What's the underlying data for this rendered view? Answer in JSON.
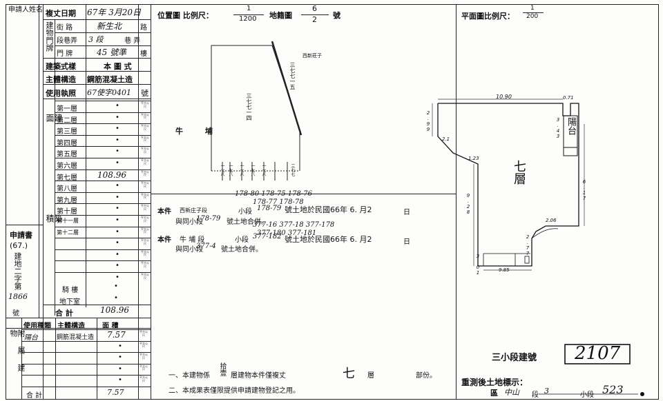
{
  "applicant": {
    "label": "申請人姓名"
  },
  "header": {
    "survey_date_label": "複丈日期",
    "survey_date_value": "67年 3月20日",
    "street_label": "街 路",
    "street_value": "新生北",
    "street_suffix": "路",
    "lane_label": "段巷弄",
    "lane_value": "3 段",
    "lane_suffix": "巷 弄",
    "address_block_label": "建物門牌",
    "door_label": "門 牌",
    "door_value": "45 號準",
    "door_suffix": "樓"
  },
  "building_style_label": "建築式樣",
  "building_style_value": "本 圖 式",
  "main_structure_label": "主體構造",
  "main_structure_value": "鋼筋混凝土造",
  "license_label": "使用執照",
  "license_value": "67使字0401",
  "license_suffix": "號",
  "building_area_label": "建 築 面 積",
  "floors": [
    {
      "label": "第一層",
      "value": "•"
    },
    {
      "label": "第二層",
      "value": "•"
    },
    {
      "label": "第三層",
      "value": "•"
    },
    {
      "label": "第四層",
      "value": "•"
    },
    {
      "label": "第五層",
      "value": "•"
    },
    {
      "label": "第六層",
      "value": "•"
    },
    {
      "label": "第七層",
      "value": "108.96"
    },
    {
      "label": "第八層",
      "value": "•"
    },
    {
      "label": "第九層",
      "value": "•"
    },
    {
      "label": "第十層",
      "value": "•"
    },
    {
      "label": "第十一層",
      "value": "•"
    },
    {
      "label": "第十二層",
      "value": "•"
    },
    {
      "label": "",
      "value": "•"
    },
    {
      "label": "",
      "value": "•"
    },
    {
      "label": "",
      "value": "•"
    },
    {
      "label": "",
      "value": "•"
    }
  ],
  "balcony_label": "騎 樓",
  "balcony_value": "•",
  "basement_label": "地下室",
  "basement_value": "•",
  "total_label": "合 計",
  "total_value": "108.96",
  "unit_stamp": "平方公尺",
  "application_number": {
    "label": "申請書",
    "year": "(67.)",
    "lines": [
      "建地二字第",
      "1866",
      "號"
    ]
  },
  "accessory": {
    "block_label": "附屬建物",
    "col_use": "使用種類",
    "col_structure": "主體構造",
    "col_area": "面 積",
    "rows": [
      {
        "use": "陽台",
        "structure": "鋼筋混凝土造",
        "area": "7.57"
      },
      {
        "use": "",
        "structure": "",
        "area": "•"
      },
      {
        "use": "",
        "structure": "",
        "area": "•"
      },
      {
        "use": "",
        "structure": "",
        "area": "•"
      },
      {
        "use": "",
        "structure": "",
        "area": "•"
      }
    ],
    "total_label": "合 計",
    "total_value": "7.57"
  },
  "location_map": {
    "title": "位置圖 比例尺：",
    "scale_num": "1",
    "scale_den": "1200",
    "sheet_label": "地籍圖",
    "sheet_num": "6",
    "sheet_den": "2",
    "sheet_suffix": "號",
    "road_label": "牛 埔",
    "street_label": "西新莊子",
    "parcel_a": "三七七一四",
    "parcel_b": "三七七一五",
    "bottom_nums": [
      "一七八",
      "一七八",
      "一七八",
      "一七八",
      "一七八",
      "三七七"
    ]
  },
  "notes": {
    "handwritten_a": "178-80 178-75 178-76",
    "handwritten_b": "178-77 178-78",
    "line1_prefix": "本件",
    "line1_place": "西新庄子段",
    "line1_sub": "小段",
    "line1_num": "178-79",
    "line1_text": "號土地於民國66年 6. 月2",
    "line1_end": "日",
    "line2_prefix": "與同小段",
    "line2_num": "178-79",
    "line2_text": "號土地合併。",
    "handwritten_c": "377-16 377-18 377-178",
    "handwritten_d": "377-180 377-181",
    "line3_prefix": "本件",
    "line3_place": "牛 埔 段",
    "line3_sub": "小段",
    "line3_num": "377-182",
    "line3_text": "號土地於民國66年 6. 月2",
    "line3_end": "日",
    "line4_prefix": "與同小段",
    "line4_num": "377-4",
    "line4_text": "號土地合併。"
  },
  "plan": {
    "title": "平面圖比例尺：",
    "scale_num": "1",
    "scale_den": "200",
    "floor_label": "七層",
    "balcony_label": "陽台",
    "dims": [
      "10.90",
      "0.71",
      "2.99",
      "3.43",
      "2.1",
      "1.23",
      "9.28",
      "6.17",
      "2.06",
      "2.77",
      "3.01",
      "9.85"
    ]
  },
  "footer": {
    "note1_a": "一、本建物係",
    "note1_floors": "拾壹",
    "note1_b": "層建物本件僅複丈",
    "note1_floor_value": "七",
    "note1_c": "層",
    "note1_d": "部份。",
    "note2": "二、本成果表僅限提供申請建物登記之用。",
    "building_no_label": "三小段建號",
    "building_no_value": "2107",
    "resurvey_label": "重測後土地標示：",
    "district_label": "區",
    "district_value": "中山",
    "section_label": "段",
    "section_value": "3",
    "sub_label": "小段",
    "parcel_value": "523"
  }
}
